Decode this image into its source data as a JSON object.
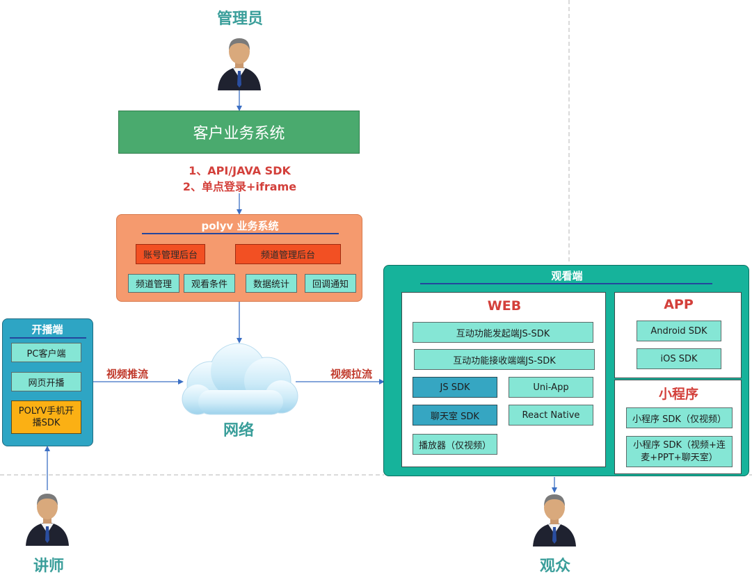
{
  "roles": {
    "admin": "管理员",
    "lecturer": "讲师",
    "audience": "观众"
  },
  "customer_system": "客户业务系统",
  "integration_notes": [
    "1、API/JAVA SDK",
    "2、单点登录+iframe"
  ],
  "polyv": {
    "title": "polyv 业务系统",
    "backends": [
      "账号管理后台",
      "频道管理后台"
    ],
    "modules": [
      "频道管理",
      "观看条件",
      "数据统计",
      "回调通知"
    ]
  },
  "broadcast": {
    "title": "开播端",
    "items": [
      "PC客户端",
      "网页开播",
      "POLYV手机开播SDK"
    ]
  },
  "flows": {
    "push": "视频推流",
    "pull": "视频拉流"
  },
  "network": "网络",
  "viewer": {
    "title": "观看端",
    "web": {
      "title": "WEB",
      "items": [
        "互动功能发起端JS-SDK",
        "互动功能接收端端JS-SDK",
        "JS SDK",
        "Uni-App",
        "聊天室 SDK",
        "React Native",
        "播放器（仅视频）"
      ]
    },
    "app": {
      "title": "APP",
      "items": [
        "Android SDK",
        "iOS SDK"
      ]
    },
    "mini": {
      "title": "小程序",
      "items": [
        "小程序 SDK（仅视频）",
        "小程序 SDK（视频+连麦+PPT+聊天室）"
      ]
    }
  },
  "colors": {
    "customer_system": "#4aaa6e",
    "polyv": "#f59a6e",
    "anchor": "#2ea5c4",
    "viewer": "#16b39b",
    "role_text": "#3a9e9a",
    "note_text": "#d3403b"
  }
}
